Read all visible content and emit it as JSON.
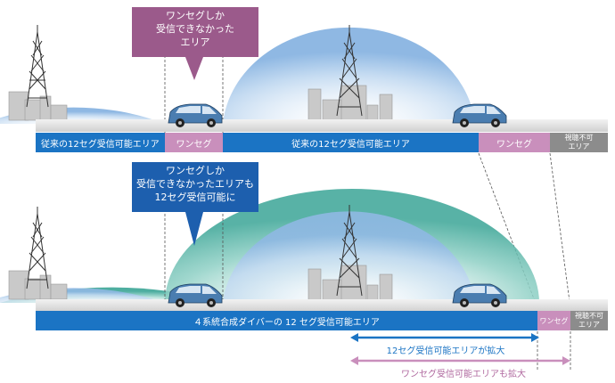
{
  "colors": {
    "blue": "#1b74c4",
    "pink": "#c98fbc",
    "gray": "#8c8c8c",
    "callout_purple": "#9b5a8b",
    "callout_blue": "#1d5fae",
    "dome_blue": "#a9c9ea",
    "dome_teal": "#5db8ac"
  },
  "top": {
    "callout": {
      "line1": "ワンセグしか",
      "line2": "受信できなかった",
      "line3": "エリア"
    },
    "bar": {
      "seg1": "従来の12セグ受信可能エリア",
      "seg2": "ワンセグ",
      "seg3": "従来の12セグ受信可能エリア",
      "seg4": "ワンセグ",
      "seg5_line1": "視聴不可",
      "seg5_line2": "エリア"
    }
  },
  "bottom": {
    "callout": {
      "line1": "ワンセグしか",
      "line2": "受信できなかったエリアも",
      "line3": "12セグ受信可能に"
    },
    "bar": {
      "seg1": "４系統合成ダイバーの 12 セグ受信可能エリア",
      "seg2": "ワンセグ",
      "seg3_line1": "視聴不可",
      "seg3_line2": "エリア"
    },
    "arrow1": "12セグ受信可能エリアが拡大",
    "arrow2": "ワンセグ受信可能エリアも拡大"
  }
}
